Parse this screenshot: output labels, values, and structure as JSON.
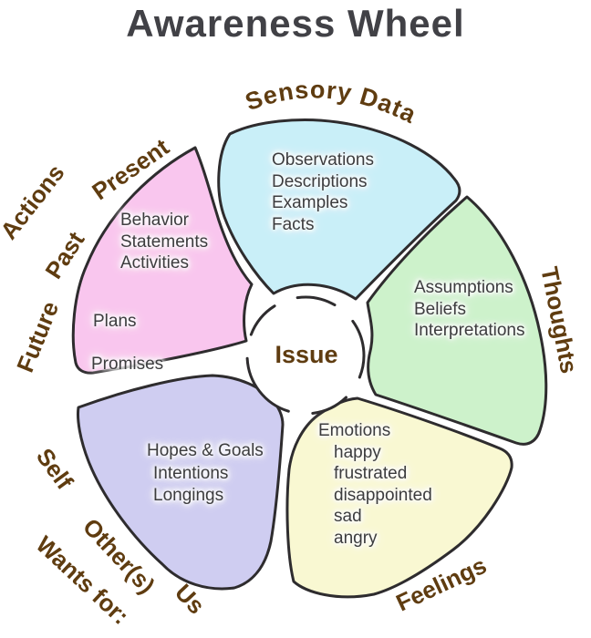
{
  "title": "Awareness Wheel",
  "center": {
    "label": "Issue"
  },
  "colors": {
    "outline": "#2e2c2e",
    "label_brown": "#5f3c10",
    "petal_text": "#3c3c3e",
    "title_text": "#414146",
    "background": "#ffffff"
  },
  "petals": {
    "sensory": {
      "label": "Sensory Data",
      "fill": "#c9eff8",
      "items": [
        "Observations",
        "Descriptions",
        "Examples",
        "Facts"
      ]
    },
    "thoughts": {
      "label": "Thoughts",
      "fill": "#cdf2cb",
      "items": [
        "Assumptions",
        "Beliefs",
        "Interpretations"
      ]
    },
    "feelings": {
      "label": "Feelings",
      "fill": "#f9f8d2",
      "heading": "Emotions",
      "items": [
        "happy",
        "frustrated",
        "disappointed",
        "sad",
        "angry"
      ]
    },
    "wants": {
      "label": "Wants for:",
      "fill": "#cfcdf1",
      "sub_labels": {
        "self": "Self",
        "others": "Other(s)",
        "us": "Us"
      },
      "items": [
        "Hopes & Goals",
        "Intentions",
        "Longings"
      ]
    },
    "actions": {
      "label": "Actions",
      "fill": "#f9c6ee",
      "tenses": {
        "future": "Future",
        "past": "Past",
        "present": "Present"
      },
      "items_top": [
        "Behavior",
        "Statements",
        "Activities"
      ],
      "items_bottom": [
        "Plans",
        "Promises"
      ]
    }
  }
}
